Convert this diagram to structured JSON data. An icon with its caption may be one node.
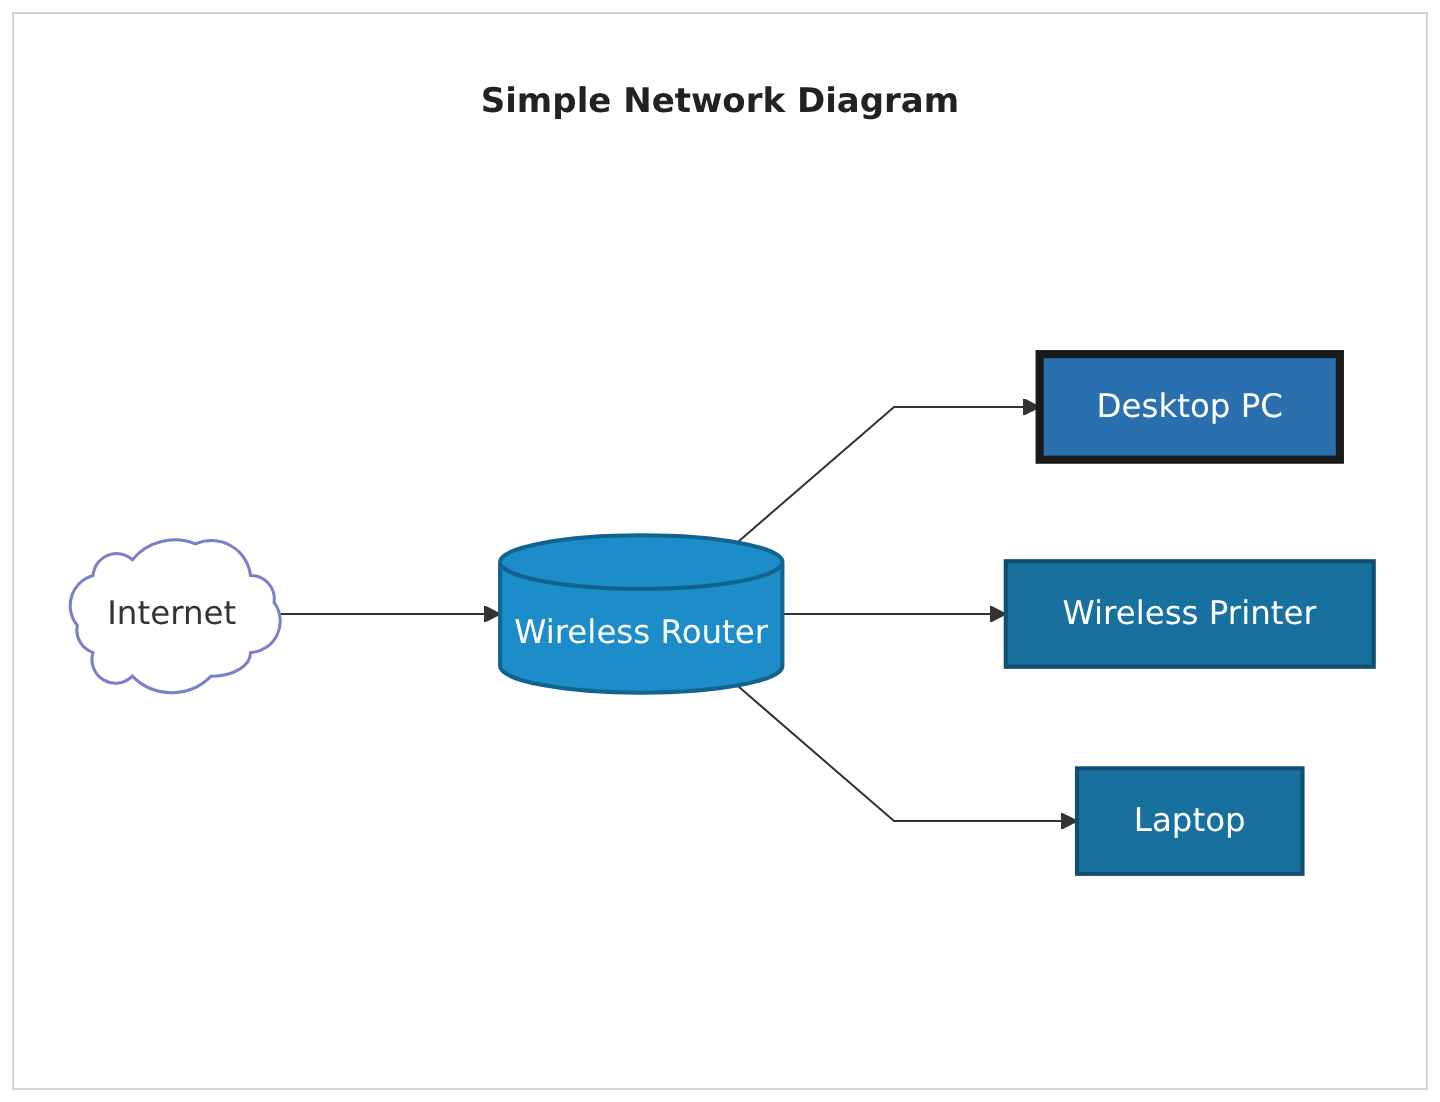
{
  "diagram": {
    "title": "Simple Network Diagram",
    "nodes": [
      {
        "text": [
          "Internet"
        ]
      },
      {
        "text": [
          "Wireless Router"
        ]
      },
      {
        "text": [
          "Desktop PC"
        ]
      },
      {
        "text": [
          "Wireless Printer"
        ]
      },
      {
        "text": [
          "Laptop"
        ]
      }
    ],
    "edges": [
      {
        "from": 0,
        "to": 1,
        "arrow": "to"
      },
      {
        "from": 1,
        "to": 2,
        "arrow": "to"
      },
      {
        "from": 1,
        "to": 3,
        "arrow": "to"
      },
      {
        "from": 1,
        "to": 4,
        "arrow": "to"
      }
    ]
  }
}
